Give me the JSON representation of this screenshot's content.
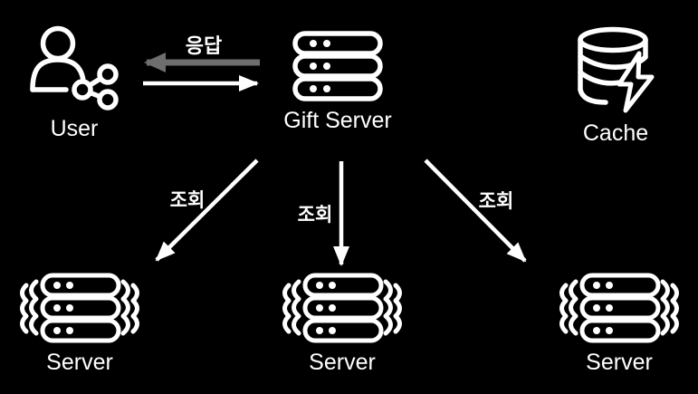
{
  "diagram": {
    "colors": {
      "background": "#000000",
      "text": "#ffffff",
      "arrow_white": "#ffffff",
      "arrow_gray": "#6e6e6e"
    },
    "nodes": {
      "user": {
        "label": "User",
        "icon": "user-share-icon"
      },
      "gift_server": {
        "label": "Gift Server",
        "icon": "server-rack-icon"
      },
      "cache": {
        "label": "Cache",
        "icon": "database-lightning-icon"
      },
      "server_left": {
        "label": "Server",
        "icon": "server-cluster-icon"
      },
      "server_middle": {
        "label": "Server",
        "icon": "server-cluster-icon"
      },
      "server_right": {
        "label": "Server",
        "icon": "server-cluster-icon"
      }
    },
    "edges": {
      "response": {
        "label": "응답",
        "from": "gift_server",
        "to": "user",
        "color": "#6e6e6e"
      },
      "request": {
        "from": "user",
        "to": "gift_server",
        "color": "#ffffff"
      },
      "query_left": {
        "label": "조회",
        "from": "gift_server",
        "to": "server_left",
        "color": "#ffffff"
      },
      "query_middle": {
        "label": "조회",
        "from": "gift_server",
        "to": "server_middle",
        "color": "#ffffff"
      },
      "query_right": {
        "label": "조회",
        "from": "gift_server",
        "to": "server_right",
        "color": "#ffffff"
      }
    }
  }
}
